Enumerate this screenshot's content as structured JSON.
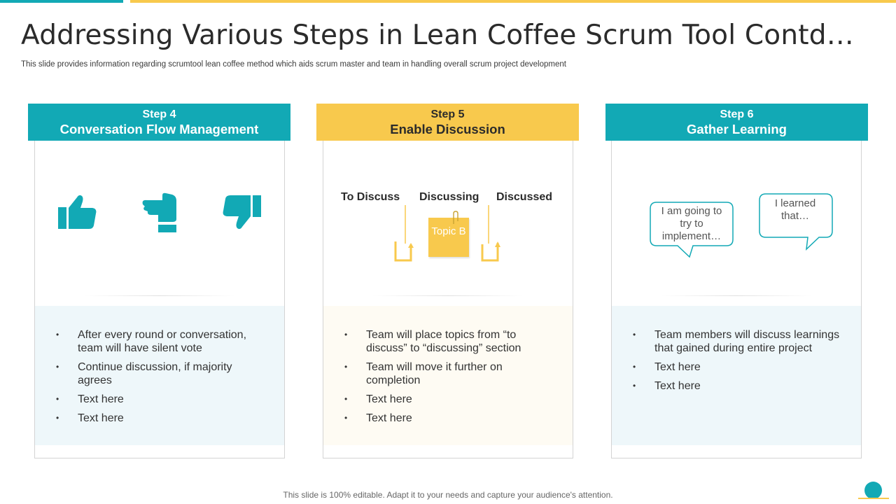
{
  "title": "Addressing Various Steps in Lean Coffee Scrum Tool Contd…",
  "subtitle": "This slide provides information regarding scrumtool lean coffee method which aids scrum master and team in handling overall scrum project development",
  "colors": {
    "teal": "#12a9b5",
    "yellow": "#f8c94d",
    "teal_tint": "#eef7fa",
    "yellow_tint": "#fefbf3"
  },
  "steps": [
    {
      "step": "Step 4",
      "name": "Conversation Flow Management",
      "icons": [
        "thumbs-up-icon",
        "thumbs-sideways-icon",
        "thumbs-down-icon"
      ],
      "bullets": [
        "After every round or conversation, team will have silent vote",
        "Continue discussion, if majority agrees",
        "Text here",
        "Text here"
      ]
    },
    {
      "step": "Step 5",
      "name": "Enable Discussion",
      "columns": [
        "To Discuss",
        "Discussing",
        "Discussed"
      ],
      "note": "Topic B",
      "bullets": [
        "Team will place topics from “to discuss” to “discussing” section",
        "Team will move it further on completion",
        "Text here",
        "Text here"
      ]
    },
    {
      "step": "Step 6",
      "name": "Gather Learning",
      "bubbles": [
        "I am going to try to implement…",
        "I learned that…"
      ],
      "bullets": [
        "Team members will discuss learnings that gained during entire project",
        "Text here",
        "Text here"
      ]
    }
  ],
  "footer": "This slide is 100% editable. Adapt it to your needs and capture your audience's attention."
}
